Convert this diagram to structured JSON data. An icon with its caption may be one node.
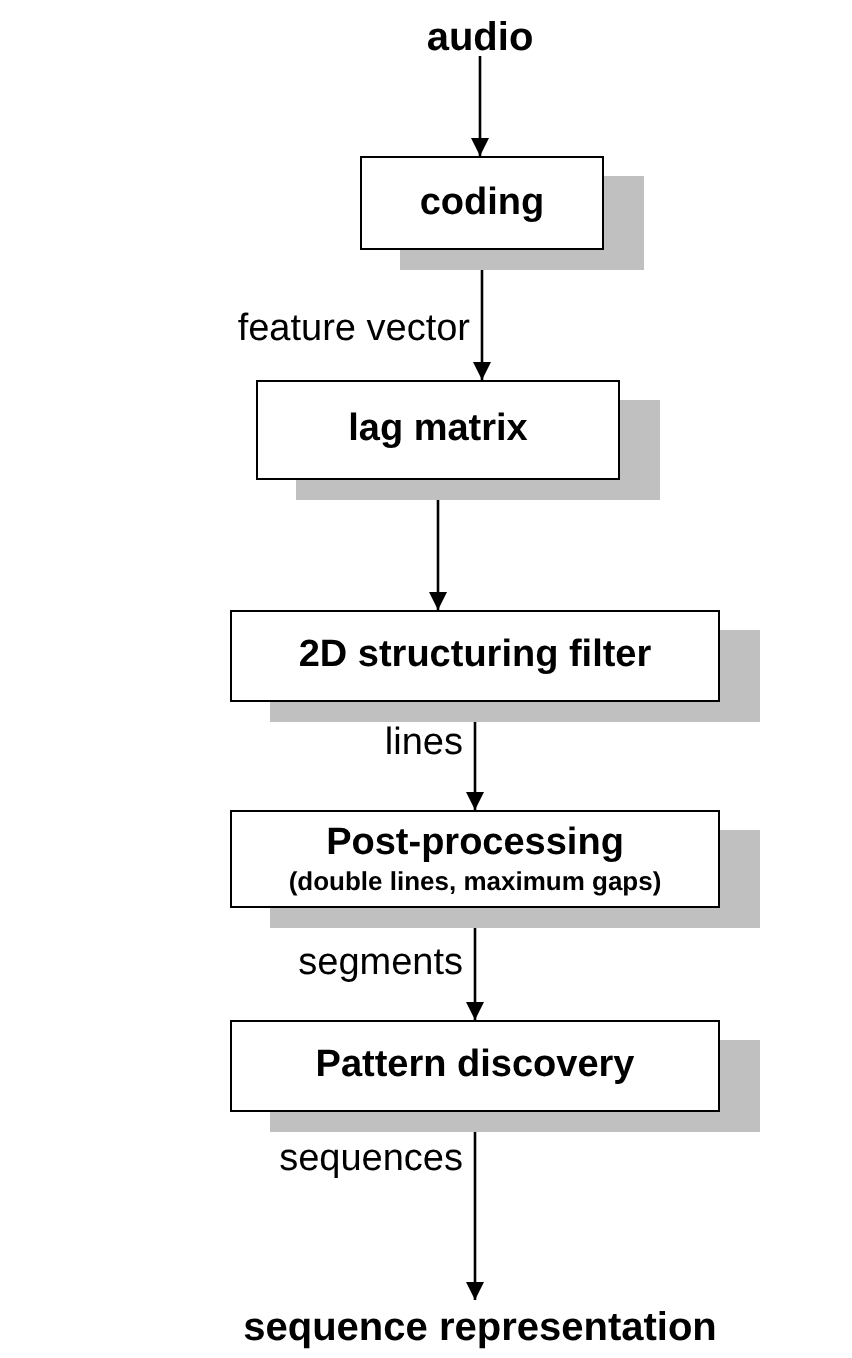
{
  "diagram": {
    "nodes": [
      {
        "text": [
          "audio"
        ]
      },
      {
        "text": [
          "coding"
        ]
      },
      {
        "text": [
          "lag matrix"
        ]
      },
      {
        "text": [
          "2D structuring filter"
        ]
      },
      {
        "text": [
          "Post-processing",
          "(double lines, maximum gaps)"
        ]
      },
      {
        "text": [
          "Pattern discovery"
        ]
      },
      {
        "text": [
          "sequence representation"
        ]
      }
    ],
    "edges": [
      {
        "from": 0,
        "to": 1,
        "arrow": "to"
      },
      {
        "from": 1,
        "to": 2,
        "arrow": "to",
        "label": "feature vector"
      },
      {
        "from": 2,
        "to": 3,
        "arrow": "to"
      },
      {
        "from": 3,
        "to": 4,
        "arrow": "to",
        "label": "lines"
      },
      {
        "from": 4,
        "to": 5,
        "arrow": "to",
        "label": "segments"
      },
      {
        "from": 5,
        "to": 6,
        "arrow": "to",
        "label": "sequences"
      }
    ]
  }
}
